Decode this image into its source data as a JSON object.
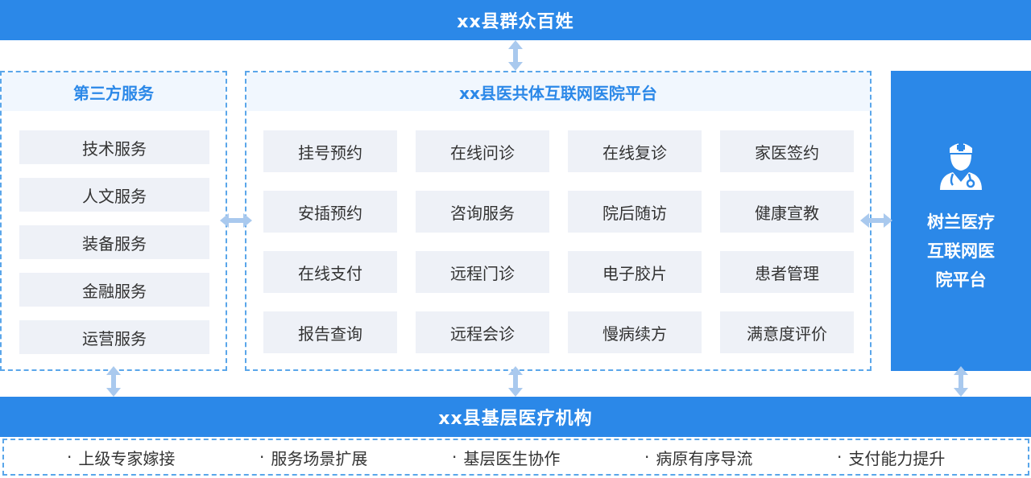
{
  "top_bar": {
    "title": "xx县群众百姓"
  },
  "bottom_bar": {
    "title": "xx县基层医疗机构"
  },
  "left_panel": {
    "title": "第三方服务",
    "items": [
      "技术服务",
      "人文服务",
      "装备服务",
      "金融服务",
      "运营服务"
    ]
  },
  "center_panel": {
    "title": "xx县医共体互联网医院平台",
    "items": [
      "挂号预约",
      "在线问诊",
      "在线复诊",
      "家医签约",
      "安插预约",
      "咨询服务",
      "院后随访",
      "健康宣教",
      "在线支付",
      "远程门诊",
      "电子胶片",
      "患者管理",
      "报告查询",
      "远程会诊",
      "慢病续方",
      "满意度评价"
    ]
  },
  "right_panel": {
    "title": "树兰医疗\n互联网医\n院平台",
    "icon": "doctor-icon"
  },
  "features": {
    "bullet": "·",
    "items": [
      "上级专家嫁接",
      "服务场景扩展",
      "基层医生协作",
      "病原有序导流",
      "支付能力提升"
    ]
  },
  "colors": {
    "primary": "#2b88e8",
    "panel_header_bg": "#f1f7fe",
    "item_bg": "#eef1f7",
    "dashed_border": "#5aa6ea",
    "arrow": "#a9c9ee"
  }
}
